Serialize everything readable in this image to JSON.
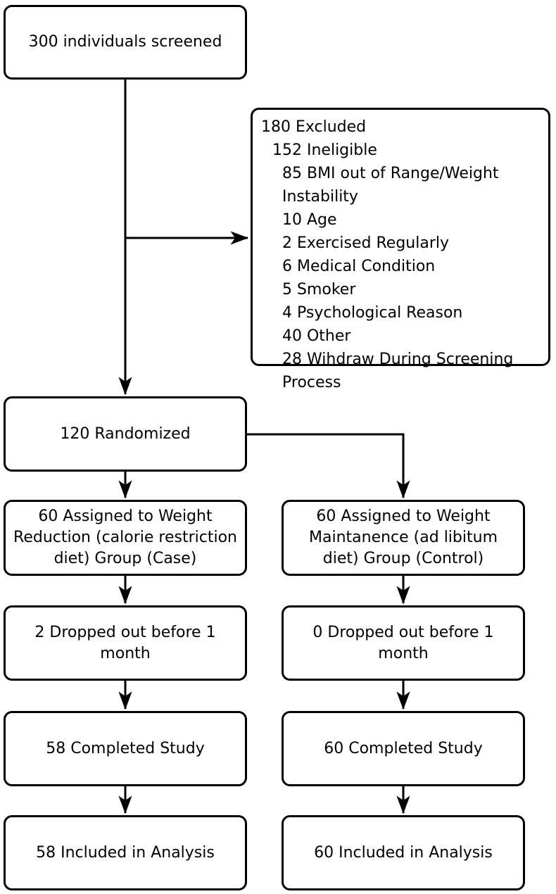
{
  "diagram": {
    "title": "CONSORT participant flow diagram",
    "line_color": "#000000",
    "box_fill": "#ffffff",
    "nodes": {
      "screened": {
        "label": "300 individuals screened",
        "count": 300
      },
      "randomized": {
        "label": "120 Randomized",
        "count": 120
      },
      "excluded": {
        "heading": "180 Excluded",
        "lines": [
          {
            "text": "180 Excluded",
            "indent": 0,
            "count": 180
          },
          {
            "text": "152 Ineligible",
            "indent": 1,
            "count": 152
          },
          {
            "text": "85 BMI out of Range/Weight",
            "indent": 2,
            "count": 85
          },
          {
            "text": "Instability",
            "indent": 2,
            "count": null
          },
          {
            "text": "10 Age",
            "indent": 2,
            "count": 10
          },
          {
            "text": "2 Exercised Regularly",
            "indent": 2,
            "count": 2
          },
          {
            "text": "6 Medical Condition",
            "indent": 2,
            "count": 6
          },
          {
            "text": "5 Smoker",
            "indent": 2,
            "count": 5
          },
          {
            "text": "4 Psychological Reason",
            "indent": 2,
            "count": 4
          },
          {
            "text": "40 Other",
            "indent": 2,
            "count": 40
          },
          {
            "text": "28 Wihdraw During Screening",
            "indent": 2,
            "count": 28
          },
          {
            "text": "Process",
            "indent": 2,
            "count": null
          }
        ]
      },
      "case_assigned": {
        "label": "60 Assigned to Weight\nReduction (calorie restriction\ndiet) Group (Case)",
        "count": 60
      },
      "control_assigned": {
        "label": "60 Assigned to Weight\nMaintanence (ad libitum\ndiet) Group (Control)",
        "count": 60
      },
      "case_dropped": {
        "label": "2 Dropped out before 1 month",
        "count": 2
      },
      "control_dropped": {
        "label": "0 Dropped out before 1 month",
        "count": 0
      },
      "case_completed": {
        "label": "58 Completed Study",
        "count": 58
      },
      "control_completed": {
        "label": "60 Completed Study",
        "count": 60
      },
      "case_analyzed": {
        "label": "58 Included in Analysis",
        "count": 58
      },
      "control_analyzed": {
        "label": "60 Included in Analysis",
        "count": 60
      }
    }
  }
}
